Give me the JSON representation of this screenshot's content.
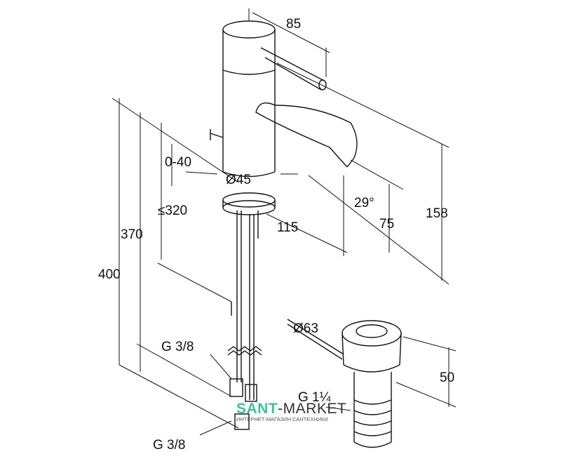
{
  "drawing": {
    "dimensions": {
      "lever_reach": "85",
      "pop_up_range": "0-40",
      "body_diameter": "Ø45",
      "spout_angle": "29°",
      "deck_thickness": "≤320",
      "spout_reach": "115",
      "spout_height": "75",
      "total_height_tap": "158",
      "hose_370": "370",
      "hose_400": "400",
      "drain_diameter": "Ø63",
      "drain_height": "50",
      "thread_hose_upper": "G 3/8",
      "thread_drain": "G 1¼",
      "thread_hose_lower": "G 3/8"
    }
  },
  "watermark": {
    "brand_part1": "SANT",
    "brand_part2": "-MARKET",
    "tagline": "ИНТЕРНЕТ-МАГАЗИН САНТЕХНИКИ"
  }
}
